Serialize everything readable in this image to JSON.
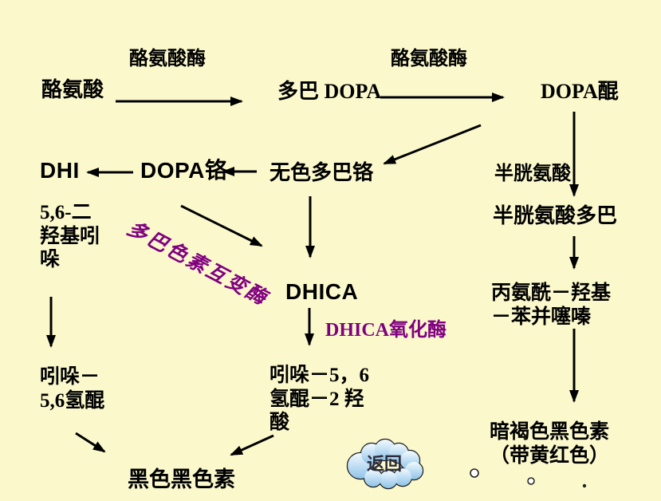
{
  "colors": {
    "background": "#FBF9CC",
    "text": "#000000",
    "enzyme_purple": "#800080",
    "cloud_blue": "#9CC9EE",
    "arrow": "#000000"
  },
  "nodes": {
    "tyrosine": "酪氨酸",
    "tyrosinase_1": "酪氨酸酶",
    "dopa": "多巴 DOPA",
    "tyrosinase_2": "酪氨酸酶",
    "dopa_quinone": "DOPA醌",
    "dhi": "DHI",
    "dopachrome": "DOPA铬",
    "leuco_dopachrome": "无色多巴铬",
    "cysteine": "半胱氨酸",
    "cysteinyl_dopa": "半胱氨酸多巴",
    "dihydroxyindole": {
      "l1": "5,6-二",
      "l2": "羟基吲",
      "l3": "哚"
    },
    "dopachrome_tautomerase": "多巴色素互变酶",
    "dhica": "DHICA",
    "dhica_oxidase": "DHICA氧化酶",
    "indole_56_quinone": {
      "l1": "吲哚－",
      "l2": "5,6氢醌"
    },
    "indole_56_quinone_carboxylic": {
      "l1": "吲哚－5，6",
      "l2": "氢醌－2 羟",
      "l3": "酸"
    },
    "alanyl_hydroxy_benzothiazine": {
      "l1": "丙氨酰－羟基",
      "l2": "－苯并噻嗪"
    },
    "dark_brown_melanin": {
      "l1": "暗褐色黑色素",
      "l2": "（带黄红色）"
    },
    "black_melanin": "黑色黑色素"
  },
  "buttons": {
    "return_label": "返回"
  }
}
